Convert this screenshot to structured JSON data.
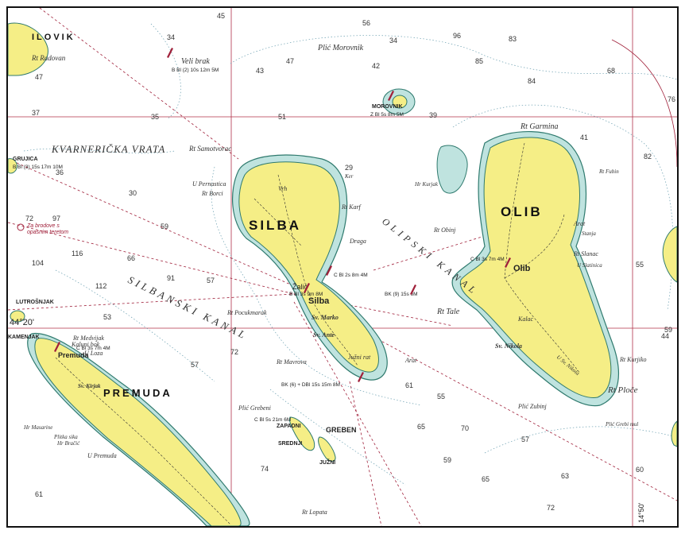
{
  "colors": {
    "sea": "#ffffff",
    "shallow": "#bfe3df",
    "land": "#f5ee86",
    "coast": "#2f7a6e",
    "grid": "#b03048",
    "depth_contour": "#6a9fb0"
  },
  "islands": {
    "silba": "SILBA",
    "olib": "OLIB",
    "premuda": "PREMUDA",
    "ilovik": "ILOVIK"
  },
  "channels": {
    "kvarnericka_vrata": "KVARNERIČKA VRATA",
    "silbanski_kanal": "SILBANSKI KANAL",
    "olipski_kanal": "OLIPSKI KANAL"
  },
  "place_names": {
    "rt_radovan": "Rt Radovan",
    "veli_brak": "Veli brak",
    "plic_morovnik": "Plić Morovnik",
    "morovnik": "MOROVNIK",
    "rt_garmina": "Rt Garmina",
    "rt_samotvorac": "Rt Samotvorac",
    "u_pernastica": "U Pernastica",
    "rt_borci": "Rt Borci",
    "vrh": "Vrh",
    "rt_karf": "Rt Karf",
    "draga": "Draga",
    "rt_obinj": "Rt Obinj",
    "rt_tale": "Rt Tale",
    "sv_nikola": "Sv. Nikola",
    "kalac": "Kalac",
    "rt_ploce": "Rt Ploče",
    "plic_zubinj": "Plić Zubinj",
    "rt_medvijak": "Rt Medvijak",
    "lutrosnjak": "LUTROŠNJAK",
    "rt_pocukmarak": "Rt Pocukmarak",
    "silba_town": "Silba",
    "olib_town": "Olib",
    "zalic": "Žalić",
    "sv_marko": "Sv. Marko",
    "sv_ante": "Sv. Ante",
    "rt_mavrova": "Rt Mavrova",
    "juzni_rat": "Južni rat",
    "arat": "Arat",
    "plic_grebeni": "Plić Grebeni",
    "greben": "GREBEN",
    "zapadni": "ZAPADNI",
    "srednji": "SREDNJI",
    "juzni": "JUŽNI",
    "rt_lopata": "Rt Lopata",
    "hr_masarine": "Hr Masarine",
    "plitka_sika": "Plitka sika",
    "hr_bracic": "Hr Bračić",
    "u_premuda": "U Premuda",
    "premuda_town": "Premuda",
    "sv_kirjak": "Sv. Kirjak",
    "rt_kurjiko": "Rt Kurjiko",
    "gruica": "GRUJICA",
    "plic_grebi_mul": "Plić Grebi mul",
    "rt_slanac": "Rt Slanac",
    "rt_fubin": "Rt Fubin",
    "u_slatinica": "U Slatinica",
    "u_sv_nikola": "U Sv. Nikola",
    "kamenjak": "KAMENJAK",
    "kaluni_bok": "Kaluni bok",
    "u_loza": "U Loza",
    "za_brodove": "Za brodove s",
    "opasnim": "opasnim teretom",
    "ker": "Ker",
    "arat_olib": "Arat",
    "hr_kurjak": "Hr Kurjak",
    "stanja": "Stanja"
  },
  "lights": {
    "veli_brak": "B Bl (2) 10s 12m 5M",
    "morovnik": "Z Bl 5s 8m 5M",
    "gruica": "B Bl (3) 15s 17m 10M",
    "silba_n": "C Bl 2s 8m 4M",
    "silba_town": "B Bl 3s 9m 8M",
    "olib_town": "C Bl 3s 7m 4M",
    "olipski": "BK (9) 15s 6M",
    "silba_s": "BK (6) + DBl 15s 15m 8M",
    "premuda": "C Bl 3s 7m 4M",
    "greben": "C Bl 5s 21m 6M"
  },
  "depths": {
    "d1": "45",
    "d2": "34",
    "d3": "47",
    "d4": "43",
    "d5": "35",
    "d6": "76",
    "d7": "37",
    "d8": "59",
    "d9": "51",
    "d10": "96",
    "d11": "83",
    "d12": "85",
    "d13": "84",
    "d14": "68",
    "d15": "72",
    "d16": "97",
    "d17": "116",
    "d18": "66",
    "d19": "104",
    "d20": "112",
    "d21": "91",
    "d22": "57",
    "d23": "53",
    "d24": "55",
    "d25": "61",
    "d26": "72",
    "d27": "57",
    "d28": "65",
    "d29": "70",
    "d30": "57",
    "d31": "63",
    "d32": "59",
    "d33": "65",
    "d34": "72",
    "d35": "60",
    "d36": "61",
    "d37": "74",
    "d38": "44",
    "d39": "82",
    "d40": "59",
    "d41": "55",
    "d42": "34",
    "d43": "56",
    "d44": "41",
    "d45": "39",
    "d46": "47",
    "d47": "36",
    "d48": "30",
    "d49": "29",
    "d50": "42"
  },
  "grid_labels": {
    "lat": "44°20'",
    "lon": "14°50'"
  }
}
